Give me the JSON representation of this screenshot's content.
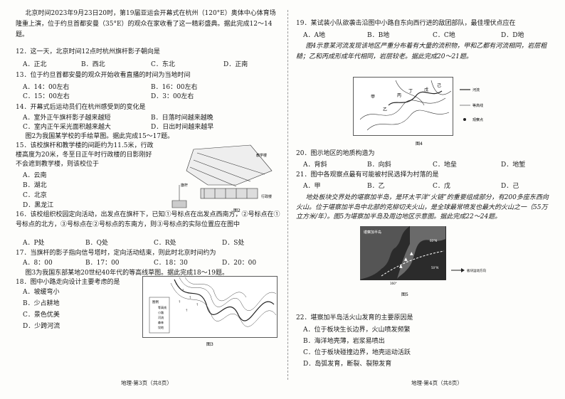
{
  "left": {
    "intro": "北京时间2023年9月23日20时，第19届亚运会开幕式在杭州（120°E）奥体中心体育场隆重上演，位于约旦首都安曼（35°E）的观众在家收看了这一精彩盛典。据此完成12～14题。",
    "q12": {
      "stem": "12．这一天，北京时间12点时杭州旗杆影子朝向是",
      "opts": [
        "A．正北",
        "B．西北",
        "C．东北",
        "D．正南"
      ]
    },
    "q13": {
      "stem": "13．位于约旦首都安曼的观众开始收看直播的时间为当地时间",
      "opts": [
        "A．14：00左右",
        "B．16：00左右",
        "C．15：00左右",
        "D．3：00左右"
      ]
    },
    "q14": {
      "stem": "14．开幕式后运动员们在杭州感受到的变化是",
      "opts": [
        "A．室外正午旗杆影子越来越短",
        "B．日落时间越来越晚",
        "C．室内正午采光面积越来越大",
        "D．日出时间越来越早"
      ]
    },
    "fig2_intro": "图2为我国某学校的手绘草图。据此完成15～17题。",
    "q15": {
      "stem": "15．该校旗杆和教学楼的间距约为11.5米，行政楼高度为20米，冬至日正午时行政楼的日影刚好不会遮到教学楼，则该校位于",
      "opts": [
        "A．云南",
        "B．湖北",
        "C．北京",
        "D．黑龙江"
      ]
    },
    "q16": {
      "stem": "16．该校组织校园定向活动，出发点在旗杆下，已知①号标点在出发点西南方，②号标点在①号标点的北方，③号标点在②号标点的东南方，则③号标点的实际位置应在图中",
      "opts": [
        "A．P处",
        "B．Q处",
        "C．R处",
        "D．S处"
      ]
    },
    "q17": {
      "stem": "17．当旗杆的影子指向信号塔时，定向活动结束，则此时北京时间约为",
      "opts": [
        "A．8：00",
        "B．17：00",
        "C．18：30",
        "D．20：00"
      ]
    },
    "fig3_intro": "图3为我国东部某地20世纪40年代的等高线草图。据此完成18～19题。",
    "q18": {
      "stem": "18．图中小路走向设计主要考虑的是",
      "opts": [
        "A．坡缓弯小",
        "B．少占耕地",
        "C．景色优美",
        "D．少跨河流"
      ]
    },
    "fig2_label": "图2",
    "fig3_label": "图3",
    "fig2_labels": {
      "building": "教学楼",
      "pole": "旗杆",
      "office": "行政楼"
    },
    "fig3_legend": [
      "图例",
      "等高线",
      "小路",
      "河流",
      "森林",
      "坟地"
    ],
    "footer": "地理·第3页（共8页）"
  },
  "right": {
    "q19": {
      "stem": "19．某试装小队欲袭击沿图中小路自东向西行进的敌团部队，最佳埋伏点应在",
      "opts": [
        "A．A地",
        "B．B地",
        "C．C地",
        "D．D地"
      ]
    },
    "fig4_intro": "图4示意某河流发现该地区严重分布着有大量的流积物，甲和乙都有河流相同，岩层粗糙；乙和丙成形成年代相同，岩层较老。据此完成20～21题。",
    "fig4_label": "图4",
    "fig4_legend": [
      "河流",
      "等高线",
      "观察点"
    ],
    "fig4_points": [
      "甲",
      "乙",
      "丙",
      "丁",
      "戊",
      "己"
    ],
    "q20": {
      "stem": "20．图示地区的地质构造为",
      "opts": [
        "A．背斜",
        "B．向斜",
        "C．地垒",
        "D．地堑"
      ]
    },
    "q21": {
      "stem": "21．图中各观察点最有可能被村民选择为村落的是",
      "opts": [
        "A．甲",
        "B．乙",
        "C．戊",
        "D．己"
      ]
    },
    "fig5_intro": "地处板块交界处的堪察加半岛，是环太平洋“火链”的重要组成部分，有200多座东西向火山。位于堪察加半岛中北部的克柳切夫火山，是全球最常喷发也最大的火山之一（55万立方米/年）。图5为堪察加半岛及周边地区示意图。据此完成22～24题。",
    "fig5_label": "图5",
    "fig5_labels": {
      "map_title": "堪察加半岛",
      "lat1": "60°N",
      "lat2": "50°N",
      "lon": "160°",
      "legend": "板块运动方向"
    },
    "q22": {
      "stem": "22．堪察加半岛活火山发育的主要原因是",
      "opts": [
        "A．位于板块生长边界，火山喷发频繁",
        "B．海洋地壳薄，岩浆易喷出",
        "C．位于板块碰撞边界，地壳运动活跃",
        "D．岛弧发育，断裂、裂隙发育"
      ]
    },
    "footer": "地理·第4页（共8页）"
  }
}
